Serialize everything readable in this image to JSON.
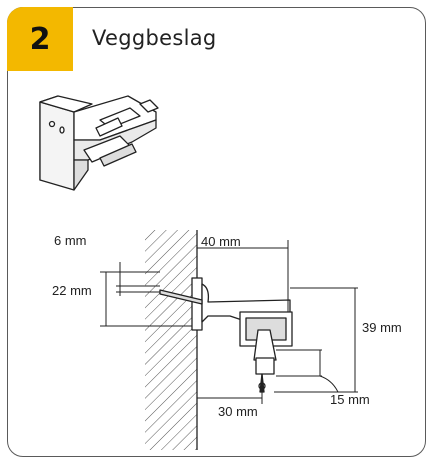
{
  "step": {
    "number": "2",
    "title": "Veggbeslag"
  },
  "dimensions": {
    "d6": "6 mm",
    "d22": "22 mm",
    "d40": "40 mm",
    "d39": "39 mm",
    "d15": "15 mm",
    "d30": "30 mm"
  },
  "colors": {
    "badge": "#f3b800",
    "line": "#222222",
    "frame": "#5a5a5a"
  }
}
